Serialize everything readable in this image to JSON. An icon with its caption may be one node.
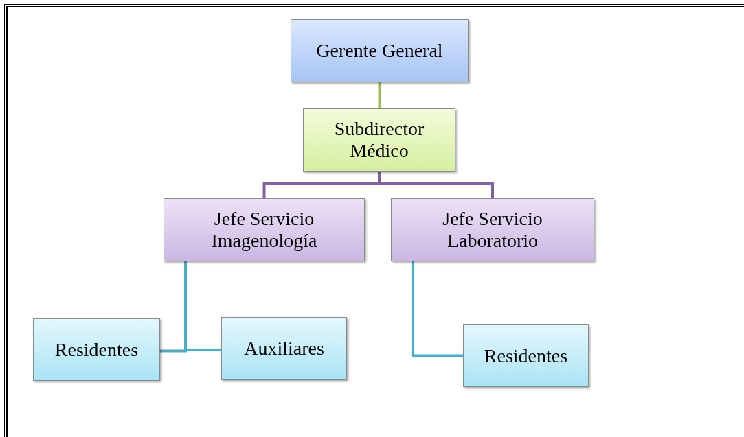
{
  "diagram": {
    "nodes": [
      {
        "text": [
          "Gerente General"
        ]
      },
      {
        "text": [
          "Subdirector Médico"
        ]
      },
      {
        "text": [
          "Jefe Servicio Imagenología"
        ]
      },
      {
        "text": [
          "Jefe Servicio Laboratorio"
        ]
      },
      {
        "text": [
          "Residentes"
        ]
      },
      {
        "text": [
          "Auxiliares"
        ]
      },
      {
        "text": [
          "Residentes"
        ]
      }
    ],
    "edges": [
      {
        "from": 0,
        "to": 1,
        "arrow": "none",
        "color": "#9bbb59"
      },
      {
        "from": 1,
        "to": 2,
        "arrow": "none",
        "color": "#8064a2"
      },
      {
        "from": 1,
        "to": 3,
        "arrow": "none",
        "color": "#8064a2"
      },
      {
        "from": 2,
        "to": 4,
        "arrow": "none"
      },
      {
        "from": 2,
        "to": 5,
        "arrow": "none"
      },
      {
        "from": 3,
        "to": 6,
        "arrow": "none"
      }
    ]
  }
}
